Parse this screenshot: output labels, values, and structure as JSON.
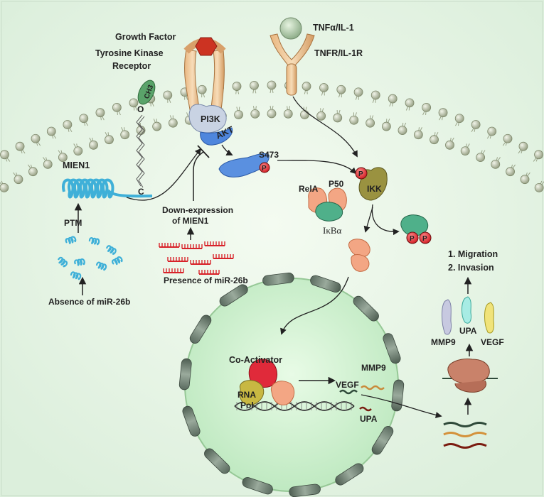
{
  "labels": {
    "growth_factor": "Growth Factor",
    "rtk_line1": "Tyrosine Kinase",
    "rtk_line2": "Receptor",
    "tnf": "TNFα/IL-1",
    "tnfr": "TNFR/IL-1R",
    "ch3": "CH3",
    "o": "O",
    "c": "C",
    "pi3k": "PI3K",
    "akt": "AKT",
    "s473": "S473",
    "p": "P",
    "mien1": "MIEN1",
    "ptm": "PTM",
    "absence": "Absence of miR-26b",
    "down_line1": "Down-expression",
    "down_line2": "of MIEN1",
    "presence": "Presence of miR-26b",
    "rela": "RelA",
    "p50": "P50",
    "ikba": "IκBα",
    "ikk": "IKK",
    "migration": "1. Migration",
    "invasion": "2. Invasion",
    "mmp9": "MMP9",
    "upa": "UPA",
    "vegf": "VEGF",
    "coactivator": "Co-Activator",
    "rna_line1": "RNA",
    "rna_line2": "Pol"
  },
  "colors": {
    "background": "#e6f6e6",
    "membrane": "#b8c4a2",
    "nucleus": "#c8f0c8",
    "akt_blue": "#5a90e0",
    "mien1_teal": "#49b6d6",
    "mirna_red": "#d8232a",
    "ikk_olive": "#9a9240",
    "rela_orange": "#f3a684",
    "ikba_green": "#4fb08a",
    "growth_factor": "#cc3322"
  },
  "icons": [
    "growth-factor-hexagon",
    "tnf-ligand-sphere",
    "phosphate-marker",
    "dna-helix",
    "ribosome"
  ]
}
